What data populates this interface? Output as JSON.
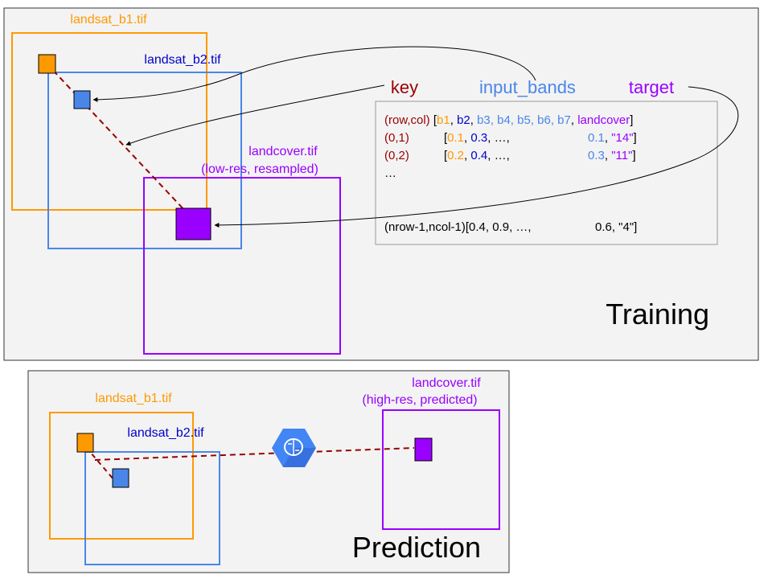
{
  "colors": {
    "orange": "#ff9900",
    "blue": "#4a86e8",
    "dark_blue": "#0000cc",
    "light_blue": "#4a86e8",
    "purple": "#9900ff",
    "dark_red": "#990000",
    "panel_bg": "#f3f3f3"
  },
  "training": {
    "title": "Training",
    "b1_label": "landsat_b1.tif",
    "b2_label": "landsat_b2.tif",
    "landcover_label": "landcover.tif",
    "landcover_sublabel": "(low-res, resampled)",
    "key_label": "key",
    "input_bands_label": "input_bands",
    "target_label": "target",
    "table": {
      "header_key": "(row,col)",
      "header_open": "[",
      "header_b1": "b1",
      "header_sep1": ", ",
      "header_b2": "b2",
      "header_sep2": ", ",
      "header_rest": "b3, b4, b5, b6, b7",
      "header_sep3": ", ",
      "header_landcover": "landcover",
      "header_close": "]",
      "rows": [
        {
          "key": "(0,1)",
          "open": "[",
          "b1": "0.1",
          "b2": "0.3",
          "ellipsis": ", …,",
          "b7": "0.1",
          "landcover": "\"14\"",
          "close": "]"
        },
        {
          "key": "(0,2)",
          "open": "[",
          "b1": "0.2",
          "b2": "0.4",
          "ellipsis": ", …,",
          "b7": "0.3",
          "landcover": "\"11\"",
          "close": "]"
        }
      ],
      "dots": "…",
      "last_row": "(nrow-1,ncol-1)[0.4, 0.9, …,",
      "last_row_tail": "0.6, \"4\"]"
    }
  },
  "prediction": {
    "title": "Prediction",
    "b1_label": "landsat_b1.tif",
    "b2_label": "landsat_b2.tif",
    "landcover_label": "landcover.tif",
    "landcover_sublabel": "(high-res, predicted)",
    "model_icon": "ml-brain-icon"
  }
}
